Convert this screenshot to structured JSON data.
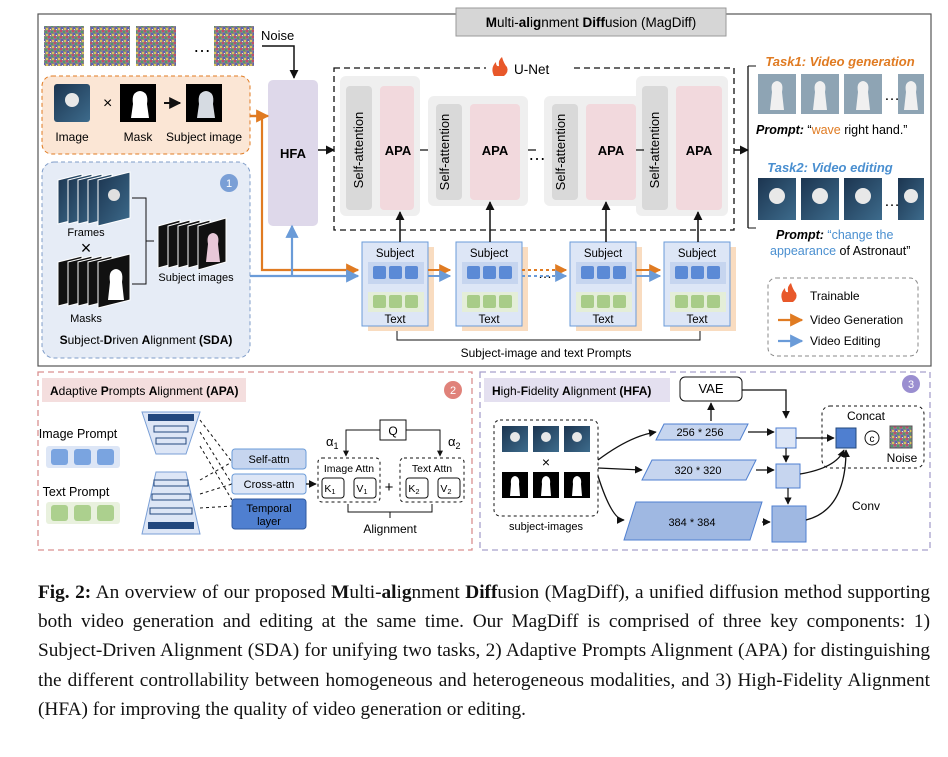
{
  "main": {
    "title_parts": [
      "M",
      "ulti-",
      "al",
      "i",
      "g",
      "nment ",
      "Diff",
      "usion (MagDiff)"
    ],
    "noise_label": "Noise",
    "unet_title": "U-Net",
    "hfa_label": "HFA",
    "self_attention": "Self-attention",
    "apa_label": "APA",
    "ellipsis": "…",
    "subject_label": "Subject",
    "text_label": "Text",
    "prompts_caption": "Subject-image and text  Prompts",
    "input_labels": [
      "Image",
      "Mask",
      "Subject image"
    ],
    "times": "×",
    "sda": {
      "frames": "Frames",
      "masks": "Masks",
      "subject_images": "Subject images",
      "title_parts": [
        "S",
        "ubject-",
        "D",
        "riven ",
        "A",
        "lignment ",
        "(SDA)"
      ],
      "badge": "1"
    }
  },
  "tasks": {
    "task1_title": "Task1: Video generation",
    "task1_prompt_label": "Prompt:",
    "task1_prompt_quote_open": "“",
    "task1_prompt_highlight": "wave",
    "task1_prompt_rest": " right hand.”",
    "task2_title": "Task2: Video editing",
    "task2_prompt_label": "Prompt:",
    "task2_prompt_highlight1": "“change the",
    "task2_prompt_highlight2": "appearance",
    "task2_prompt_rest": " of Astronaut”"
  },
  "legend": {
    "trainable": "Trainable",
    "video_generation": "Video Generation",
    "video_editing": "Video Editing"
  },
  "apa_panel": {
    "title_parts": [
      "A",
      "daptive ",
      "P",
      "rompts ",
      "A",
      "lignment ",
      "(APA)"
    ],
    "badge": "2",
    "image_prompt": "Image Prompt",
    "text_prompt": "Text Prompt",
    "self_attn": "Self-attn",
    "cross_attn": "Cross-attn",
    "temporal_layer_1": "Temporal",
    "temporal_layer_2": "layer",
    "q": "Q",
    "alpha1": "α",
    "alpha1_sub": "1",
    "alpha2": "α",
    "alpha2_sub": "2",
    "image_attn": "Image Attn",
    "text_attn": "Text Attn",
    "k1": "K",
    "k1_sub": "1",
    "v1": "V",
    "v1_sub": "1",
    "k2": "K",
    "k2_sub": "2",
    "v2": "V",
    "v2_sub": "2",
    "plus": "+",
    "alignment": "Alignment"
  },
  "hfa_panel": {
    "title_parts": [
      "H",
      "igh-",
      "F",
      "idelity ",
      "A",
      "lignment ",
      "(HFA)"
    ],
    "badge": "3",
    "vae": "VAE",
    "res_256": "256 * 256",
    "res_320": "320 * 320",
    "res_384": "384 * 384",
    "concat": "Concat",
    "concat_symbol": "c",
    "noise": "Noise",
    "conv": "Conv",
    "times": "×",
    "subject_images": "subject-images"
  },
  "caption": {
    "fig_label": "Fig. 2:",
    "p1": " An overview of our proposed ",
    "b1": "M",
    "p2": "ulti-",
    "b2": "al",
    "p3": "i",
    "b3": "g",
    "p4": "nment ",
    "b4": "Diff",
    "p5": "usion (MagDiff), a unified diffusion method supporting both video generation and editing at the same time. Our MagDiff is comprised of three key components: 1) Subject-Driven Alignment (SDA) for unifying two tasks, 2) Adaptive Prompts Alignment (APA) for distinguishing the different controllability between homogeneous and heterogeneous modalities, and 3) High-Fidelity Alignment (HFA) for improving the quality of video generation or editing."
  },
  "colors": {
    "orange": "#e07b22",
    "blue": "#6a9bd8",
    "pink": "#f2d9dd",
    "gray_block": "#d9d9d9",
    "hfa_purple": "#ded8ea",
    "sda_bg": "#e6ecf6",
    "input_bg": "#fbe6d5",
    "task1_color": "#e07b22",
    "task2_color": "#4a8fd0",
    "apa_border": "#d99090",
    "hfa_border": "#a8a0cc"
  }
}
